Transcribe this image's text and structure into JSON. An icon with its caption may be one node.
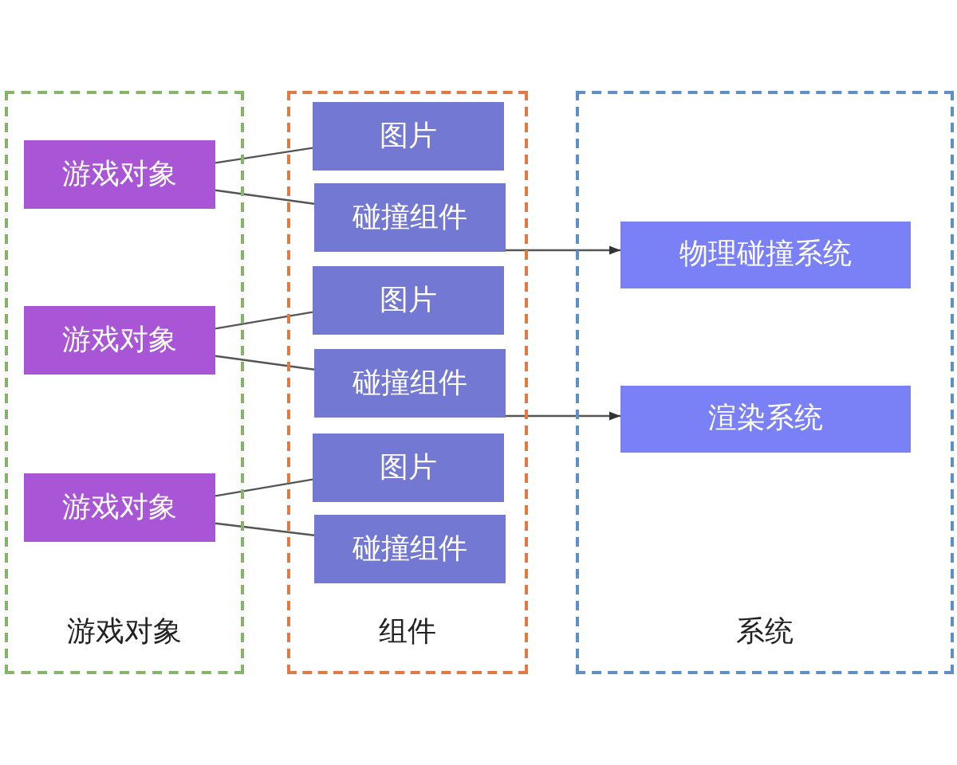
{
  "diagram": {
    "nodes": [
      {
        "text": [
          "游戏对象"
        ]
      },
      {
        "text": [
          "游戏对象"
        ],
        "in": 0
      },
      {
        "text": [
          "游戏对象"
        ],
        "in": 0
      },
      {
        "text": [
          "游戏对象"
        ],
        "in": 0
      },
      {
        "text": [
          "组件"
        ]
      },
      {
        "text": [
          "图片"
        ],
        "in": 4
      },
      {
        "text": [
          "碰撞组件"
        ],
        "in": 4
      },
      {
        "text": [
          "图片"
        ],
        "in": 4
      },
      {
        "text": [
          "碰撞组件"
        ],
        "in": 4
      },
      {
        "text": [
          "图片"
        ],
        "in": 4
      },
      {
        "text": [
          "碰撞组件"
        ],
        "in": 4
      },
      {
        "text": [
          "系统"
        ]
      },
      {
        "text": [
          "物理碰撞系统"
        ],
        "in": 11
      },
      {
        "text": [
          "渲染系统"
        ],
        "in": 11
      }
    ],
    "edges": [
      {
        "from": 1,
        "to": 5,
        "arrow": "none"
      },
      {
        "from": 1,
        "to": 6,
        "arrow": "none"
      },
      {
        "from": 2,
        "to": 7,
        "arrow": "none"
      },
      {
        "from": 2,
        "to": 8,
        "arrow": "none"
      },
      {
        "from": 3,
        "to": 9,
        "arrow": "none"
      },
      {
        "from": 3,
        "to": 10,
        "arrow": "none"
      },
      {
        "from": 6,
        "to": 12,
        "arrow": "to"
      },
      {
        "from": 8,
        "to": 13,
        "arrow": "to"
      }
    ]
  }
}
